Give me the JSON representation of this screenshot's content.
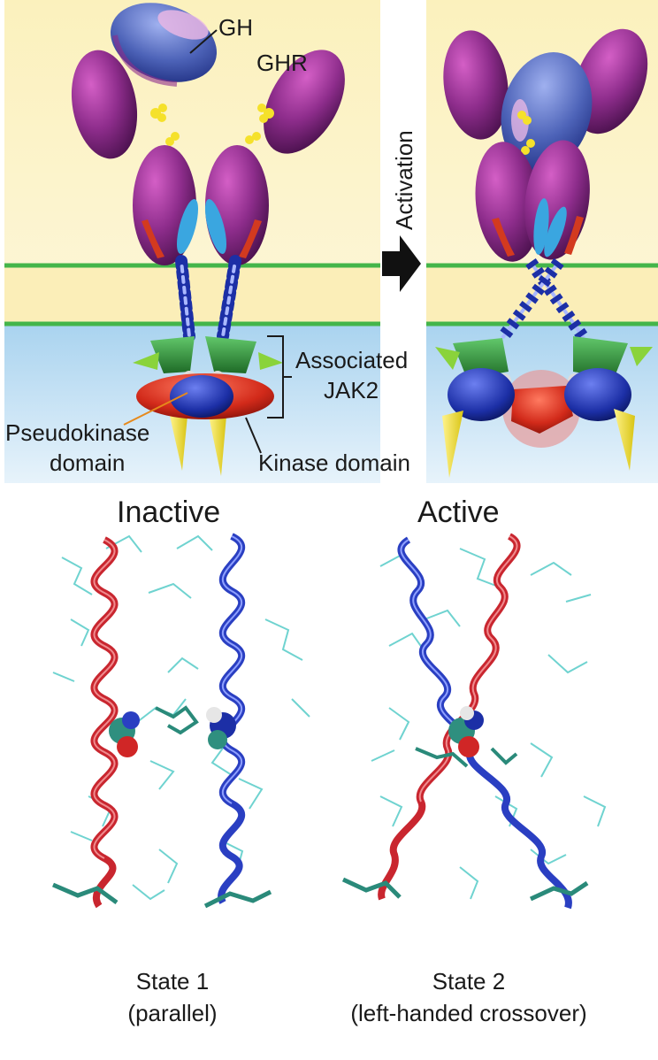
{
  "top_panel": {
    "labels": {
      "gh": "GH",
      "ghr": "GHR",
      "activation": "Activation",
      "associated_line1": "Associated",
      "associated_line2": "JAK2",
      "pseudokinase_line1": "Pseudokinase",
      "pseudokinase_line2": "domain",
      "kinase": "Kinase domain"
    }
  },
  "bottom_panel": {
    "inactive": {
      "heading": "Inactive",
      "state": "State 1",
      "description": "(parallel)"
    },
    "active": {
      "heading": "Active",
      "state": "State 2",
      "description": "(left-handed crossover)"
    }
  },
  "colors": {
    "extracellular": "#fcf3c6",
    "cytoplasm": "#bfe0f3",
    "membrane_line": "#44b54a",
    "receptor": "#8e2d8c",
    "gh": "#4d63b8",
    "jak2_ferm": "#2f9a3a",
    "pseudokinase": "#1c2fa6",
    "kinase": "#d22a1a",
    "tail": "#f0e22a",
    "helix_red": "#c9262f",
    "helix_blue": "#2a3fc2",
    "sidechain": "#6fd3d0"
  }
}
